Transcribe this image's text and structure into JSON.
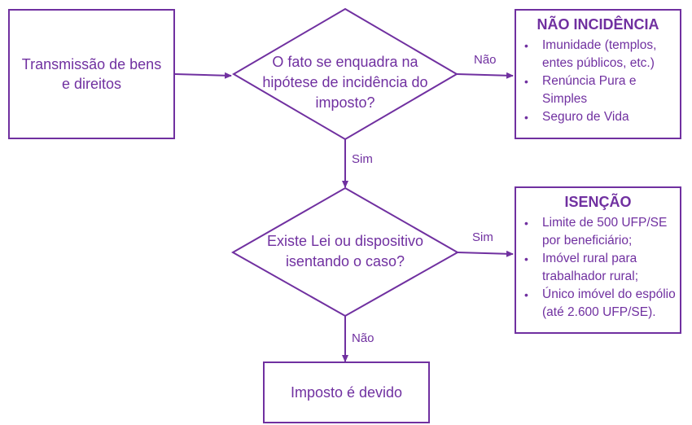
{
  "nodes": {
    "start": {
      "text": "Transmissão de bens e direitos"
    },
    "decision1": {
      "text": "O fato se enquadra na hipótese de incidência do imposto?"
    },
    "decision2": {
      "text": "Existe Lei ou dispositivo isentando o caso?"
    },
    "end": {
      "text": "Imposto é devido"
    }
  },
  "edges": {
    "d1_no": "Não",
    "d1_yes": "Sim",
    "d2_yes": "Sim",
    "d2_no": "Não"
  },
  "panels": {
    "nao_incidencia": {
      "title": "NÃO INCIDÊNCIA",
      "items": [
        "Imunidade (templos, entes públicos, etc.)",
        "Renúncia Pura e Simples",
        "Seguro de Vida"
      ]
    },
    "isencao": {
      "title": "ISENÇÃO",
      "items": [
        "Limite de 500 UFP/SE por beneficiário;",
        "Imóvel rural para trabalhador rural;",
        "Único imóvel do espólio (até 2.600 UFP/SE)."
      ]
    }
  },
  "colors": {
    "accent": "#7030a0"
  }
}
